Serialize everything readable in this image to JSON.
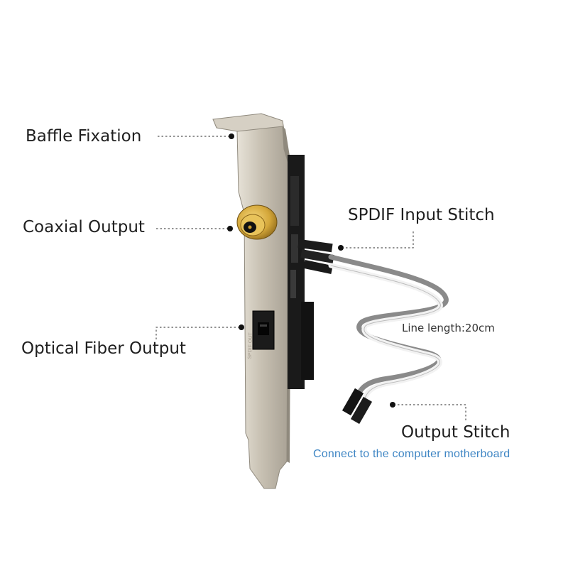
{
  "labels": {
    "baffle_fixation": "Baffle Fixation",
    "coaxial_output": "Coaxial Output",
    "optical_fiber_output": "Optical Fiber Output",
    "spdif_input_stitch": "SPDIF Input Stitch",
    "line_length": "Line length:20cm",
    "output_stitch": "Output Stitch",
    "connect_note": "Connect to the computer motherboard"
  },
  "colors": {
    "label_text": "#1f1f1f",
    "note_text": "#3f86c4",
    "bracket_metal": "#c9c2b4",
    "gold_connector": "#d4a73a",
    "pcb": "#1a1a1a",
    "cable_gray": "#8a8a8a",
    "cable_white": "#f2f2f2"
  }
}
